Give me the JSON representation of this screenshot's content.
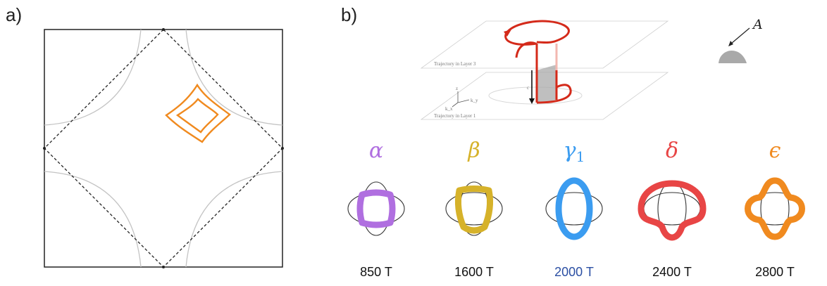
{
  "panel_a": {
    "label": "a)"
  },
  "panel_b": {
    "label": "b)",
    "schematic": {
      "layer3_label": "Trajectory in Layer 3",
      "layer1_label": "Trajectory in Layer 1",
      "distance_label": "c",
      "axis_x": "k_x",
      "axis_y": "k_y",
      "axis_z": "z",
      "area_label": "A"
    },
    "orbits": [
      {
        "symbol": "α",
        "subscript": "",
        "frequency": "850 T",
        "color": "#b06fe0",
        "freq_color": "#111111"
      },
      {
        "symbol": "β",
        "subscript": "",
        "frequency": "1600 T",
        "color": "#d6b22a",
        "freq_color": "#111111"
      },
      {
        "symbol": "γ",
        "subscript": "1",
        "frequency": "2000 T",
        "color": "#3b9cf0",
        "freq_color": "#2b4fa3"
      },
      {
        "symbol": "δ",
        "subscript": "",
        "frequency": "2400 T",
        "color": "#e84545",
        "freq_color": "#111111"
      },
      {
        "symbol": "ϵ",
        "subscript": "",
        "frequency": "2800 T",
        "color": "#f08a1f",
        "freq_color": "#111111"
      }
    ]
  }
}
